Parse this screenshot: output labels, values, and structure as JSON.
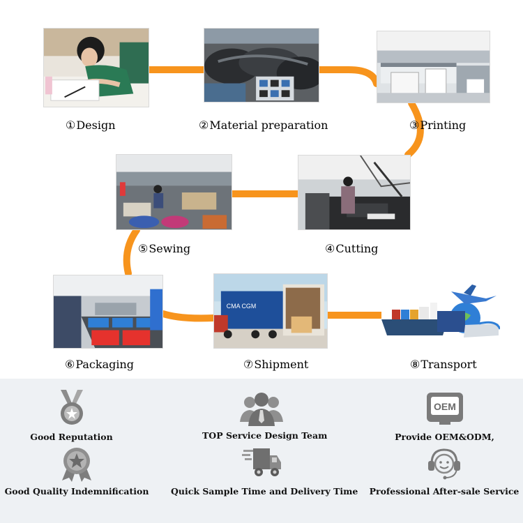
{
  "steps": [
    {
      "num": "①",
      "label": "Design"
    },
    {
      "num": "②",
      "label": "Material preparation"
    },
    {
      "num": "③",
      "label": "Printing"
    },
    {
      "num": "④",
      "label": "Cutting"
    },
    {
      "num": "⑤",
      "label": "Sewing"
    },
    {
      "num": "⑥",
      "label": "Packaging"
    },
    {
      "num": "⑦",
      "label": "Shipment"
    },
    {
      "num": "⑧",
      "label": "Transport"
    }
  ],
  "features": [
    {
      "label": "Good Reputation",
      "icon": "medal-icon"
    },
    {
      "label": "TOP Service Design Team",
      "icon": "team-icon"
    },
    {
      "label": "Provide OEM&ODM,",
      "icon": "oem-icon"
    },
    {
      "label": "Good Quality Indemnification",
      "icon": "star-badge-icon"
    },
    {
      "label": "Quick Sample Time and Delivery Time",
      "icon": "delivery-truck-icon"
    },
    {
      "label": "Professional After-sale Service",
      "icon": "headset-icon"
    }
  ],
  "colors": {
    "connector": "#f7941d",
    "feature_bg": "#eef1f4",
    "icon_gray": "#8c8c8c"
  }
}
